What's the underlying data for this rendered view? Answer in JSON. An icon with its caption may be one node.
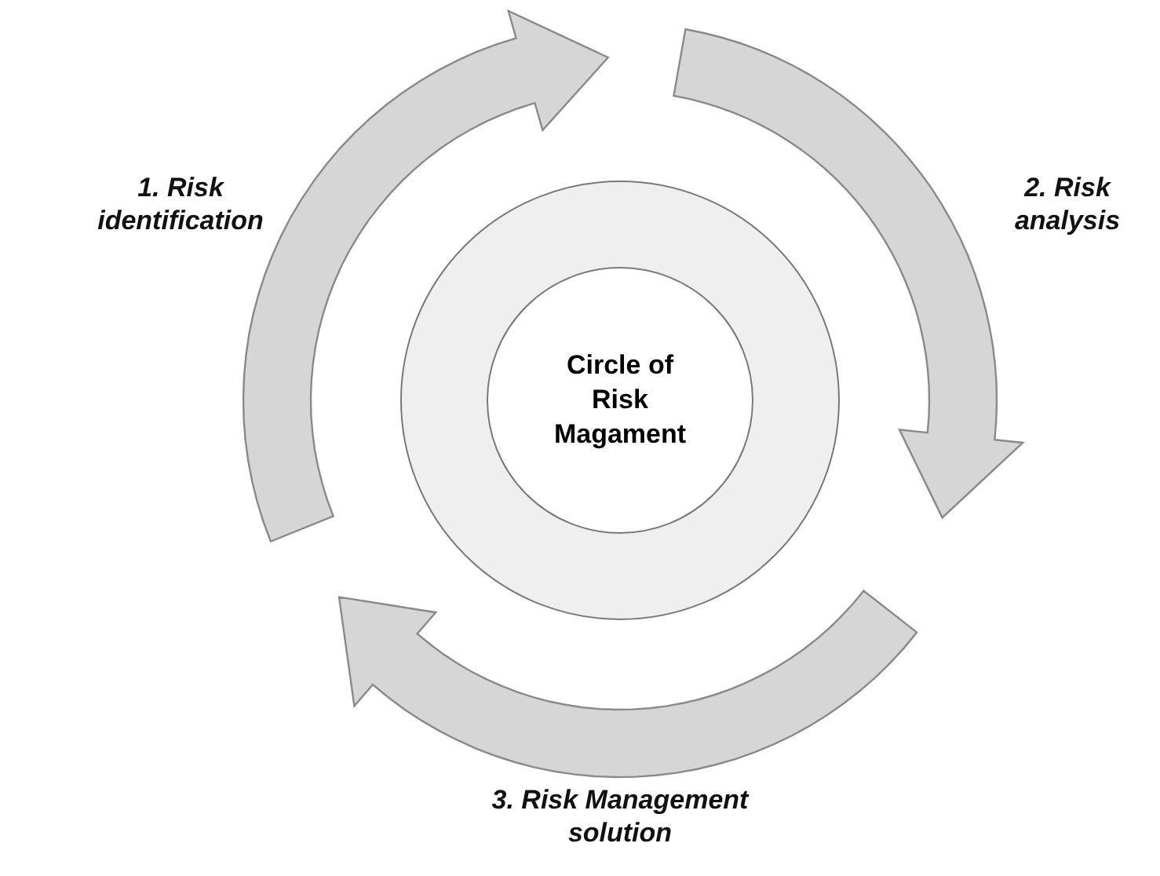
{
  "diagram": {
    "nodes": [
      {
        "text": [],
        "shape": "circle"
      },
      {
        "text": [
          "Circle of Risk Magament"
        ],
        "in": 0
      },
      {
        "text": [],
        "shape": "arrow",
        "beside": [
          "1. Risk identification"
        ]
      },
      {
        "text": [],
        "shape": "arrow",
        "beside": [
          "2. Risk analysis"
        ]
      },
      {
        "text": [],
        "shape": "arrow",
        "beside": [
          "3. Risk Management solution"
        ]
      }
    ]
  }
}
